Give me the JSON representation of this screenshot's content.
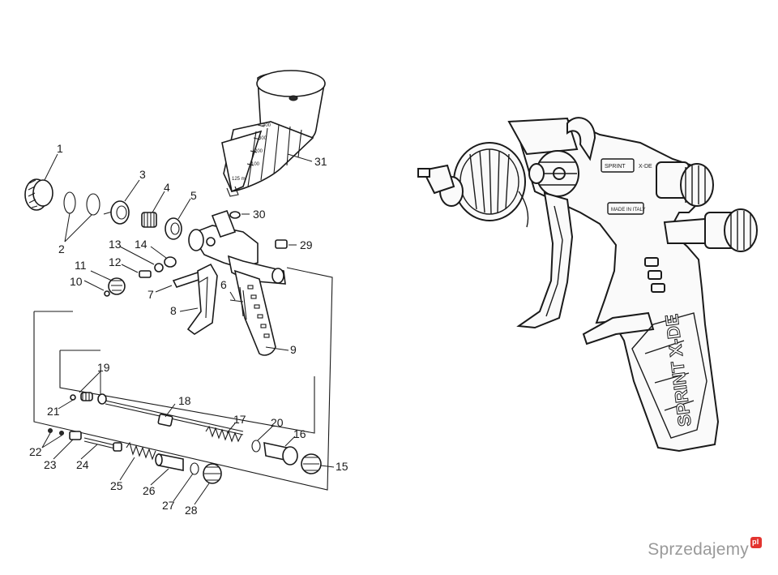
{
  "diagram": {
    "part_numbers": [
      "1",
      "2",
      "3",
      "4",
      "5",
      "6",
      "7",
      "8",
      "9",
      "10",
      "11",
      "12",
      "13",
      "14",
      "15",
      "16",
      "17",
      "18",
      "19",
      "20",
      "21",
      "22",
      "23",
      "24",
      "25",
      "26",
      "27",
      "28",
      "29",
      "30",
      "31"
    ],
    "cup_scale_marks": [
      "400",
      "300",
      "200",
      "100",
      "125 ml"
    ]
  },
  "product": {
    "gun_label_brand": "SPRINT",
    "gun_label_model": "X-DE",
    "gun_label_origin": "MADE IN ITALY",
    "grip_text": "SPRINT X-DE"
  },
  "watermark": {
    "text": "Sprzedajemy",
    "badge": "pl",
    "color": "#9a9a9a",
    "badge_color": "#e3342f"
  }
}
